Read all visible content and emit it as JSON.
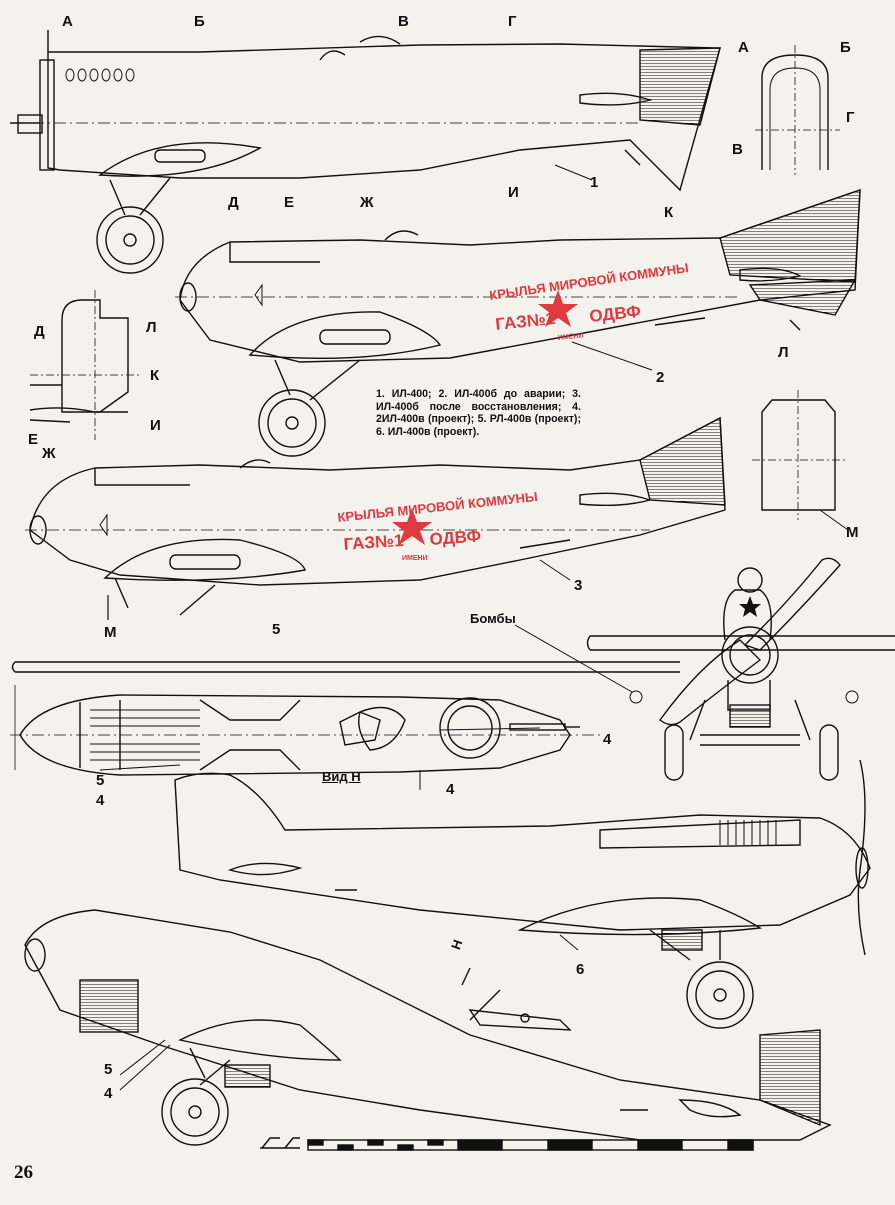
{
  "page_number": "26",
  "caption": "1. ИЛ-400; 2. ИЛ-400б до аварии; 3. ИЛ-400б после восстановления; 4. 2ИЛ-400в (проект); 5. РЛ-400в (проект); 6. ИЛ-400в (проект).",
  "section_letters": {
    "A": "А",
    "B": "Б",
    "V": "В",
    "G": "Г",
    "D": "Д",
    "E": "Е",
    "ZH": "Ж",
    "I": "И",
    "K": "К",
    "L": "Л",
    "M": "М"
  },
  "callouts": {
    "n1": "1",
    "n2": "2",
    "n3": "3",
    "n4": "4",
    "n5": "5",
    "n6": "6"
  },
  "bombs_label": "Бомбы",
  "view_label": "Вид Н",
  "arrow_label": "Н",
  "slogan": {
    "line1": "КРЫЛЬЯ МИРОВОЙ КОММУНЫ",
    "line2_left": "ГАЗ№1",
    "line2_small": "ИМЕНИ",
    "line2_right": "ОДВФ"
  },
  "colors": {
    "ink": "#111111",
    "paper": "#f4f2ec",
    "red": "#e0393f"
  }
}
